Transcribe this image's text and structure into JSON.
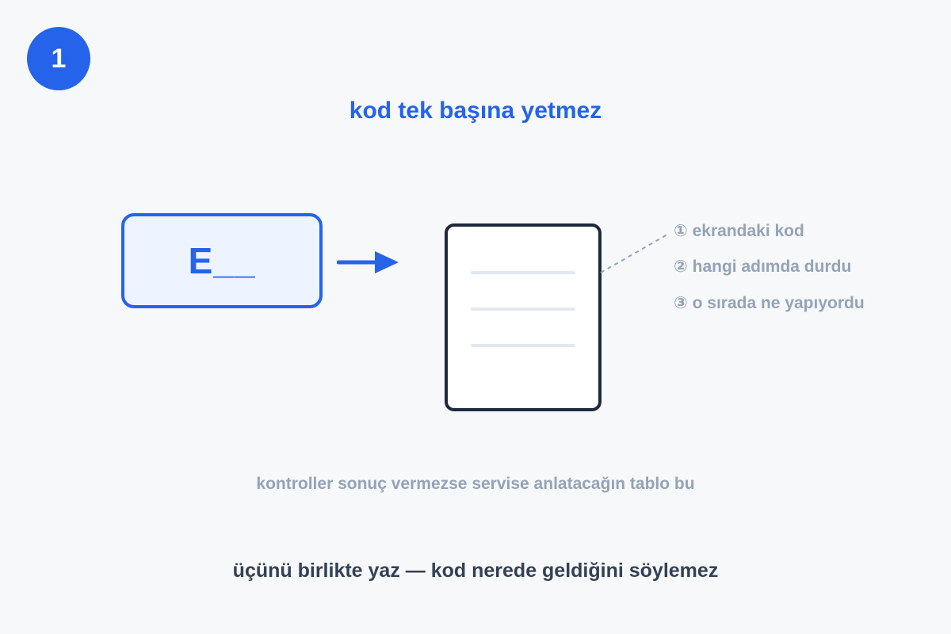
{
  "step": {
    "number": "1"
  },
  "title": "kod tek başına yetmez",
  "code_display": {
    "text": "E__"
  },
  "checklist": [
    "① ekrandaki kod",
    "② hangi adımda durdu",
    "③ o sırada ne yapıyordu"
  ],
  "caption": "kontroller sonuç vermezse servise anlatacağın tablo bu",
  "footer": "üçünü birlikte yaz — kod nerede geldiğini söylemez",
  "colors": {
    "accent": "#2563eb",
    "accent_light": "#eef4ff",
    "dark": "#1e293b",
    "muted": "#94a3b8",
    "footer_text": "#334155",
    "background": "#f7f8fa"
  },
  "icons": {
    "arrow": "arrow-right-icon",
    "document": "document-icon"
  }
}
